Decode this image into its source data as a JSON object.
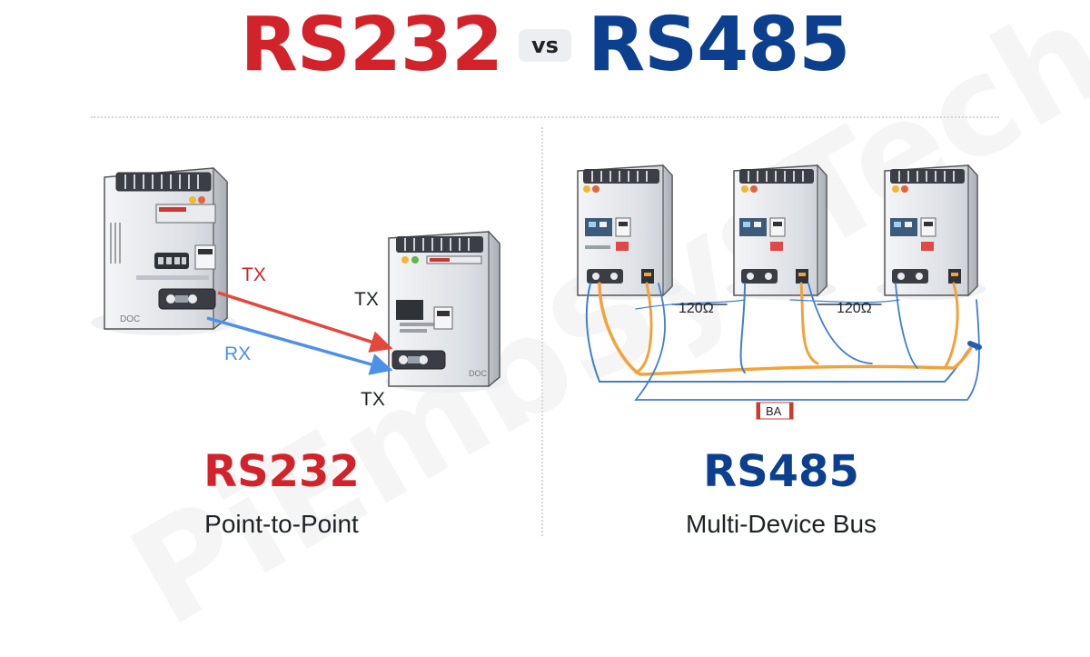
{
  "header": {
    "left_title": "RS232",
    "vs": "vs",
    "right_title": "RS485"
  },
  "watermark": "PiEmbSysTech",
  "left_panel": {
    "title": "RS232",
    "subtitle": "Point-to-Point",
    "signals": {
      "tx_top": "TX",
      "rx": "RX",
      "tx_mid": "TX",
      "tx_bottom": "TX"
    },
    "device_tag": "DOC"
  },
  "right_panel": {
    "title": "RS485",
    "subtitle": "Multi-Device Bus",
    "terminator_1": "120Ω",
    "terminator_2": "120Ω",
    "bus_label": "BA"
  },
  "colors": {
    "rs232_red": "#d2232a",
    "rs485_blue": "#0d3f8f",
    "tx_line": "#e4473b",
    "rx_line": "#4d90e8",
    "bus_orange": "#f3a23b",
    "bus_blue": "#3f7fd1"
  }
}
